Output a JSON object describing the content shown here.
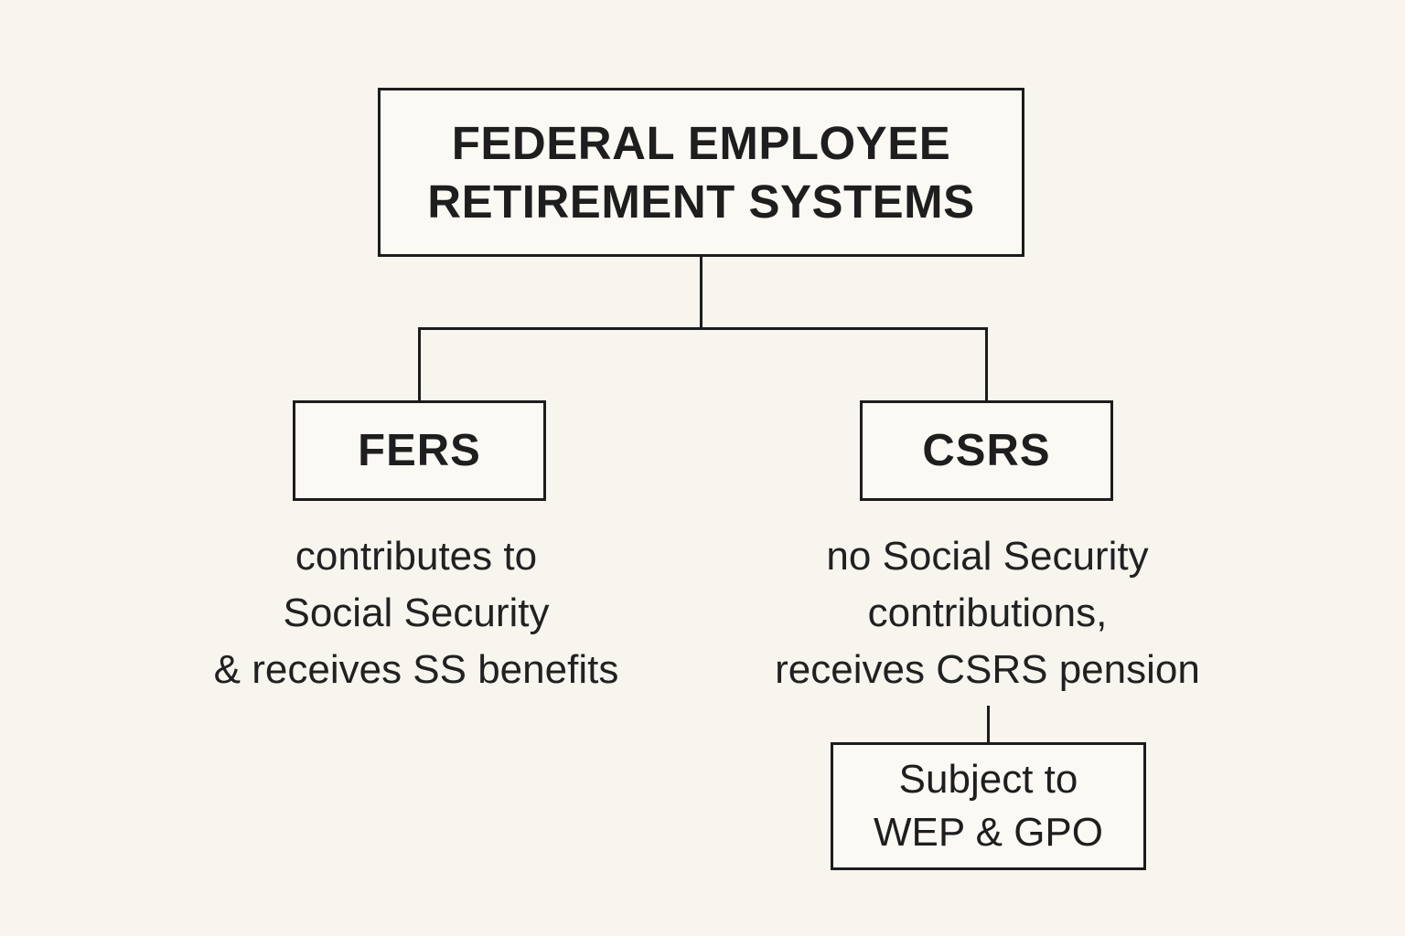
{
  "page": {
    "background_color": "#f8f5ef",
    "box_fill_color": "#fbf9f4",
    "line_color": "#1c1c1c",
    "text_color": "#1e1e1e"
  },
  "diagram": {
    "root": {
      "title_lines": [
        "FEDERAL EMPLOYEE",
        "RETIREMENT SYSTEMS"
      ]
    },
    "branches": [
      {
        "label": "FERS",
        "description_lines": [
          "contributes to",
          "Social Security",
          "& receives SS benefits"
        ]
      },
      {
        "label": "CSRS",
        "description_lines": [
          "no Social Security",
          "contributions,",
          "receives CSRS pension"
        ]
      }
    ],
    "csrs_child": {
      "label_lines": [
        "Subject to",
        "WEP & GPO"
      ]
    }
  }
}
